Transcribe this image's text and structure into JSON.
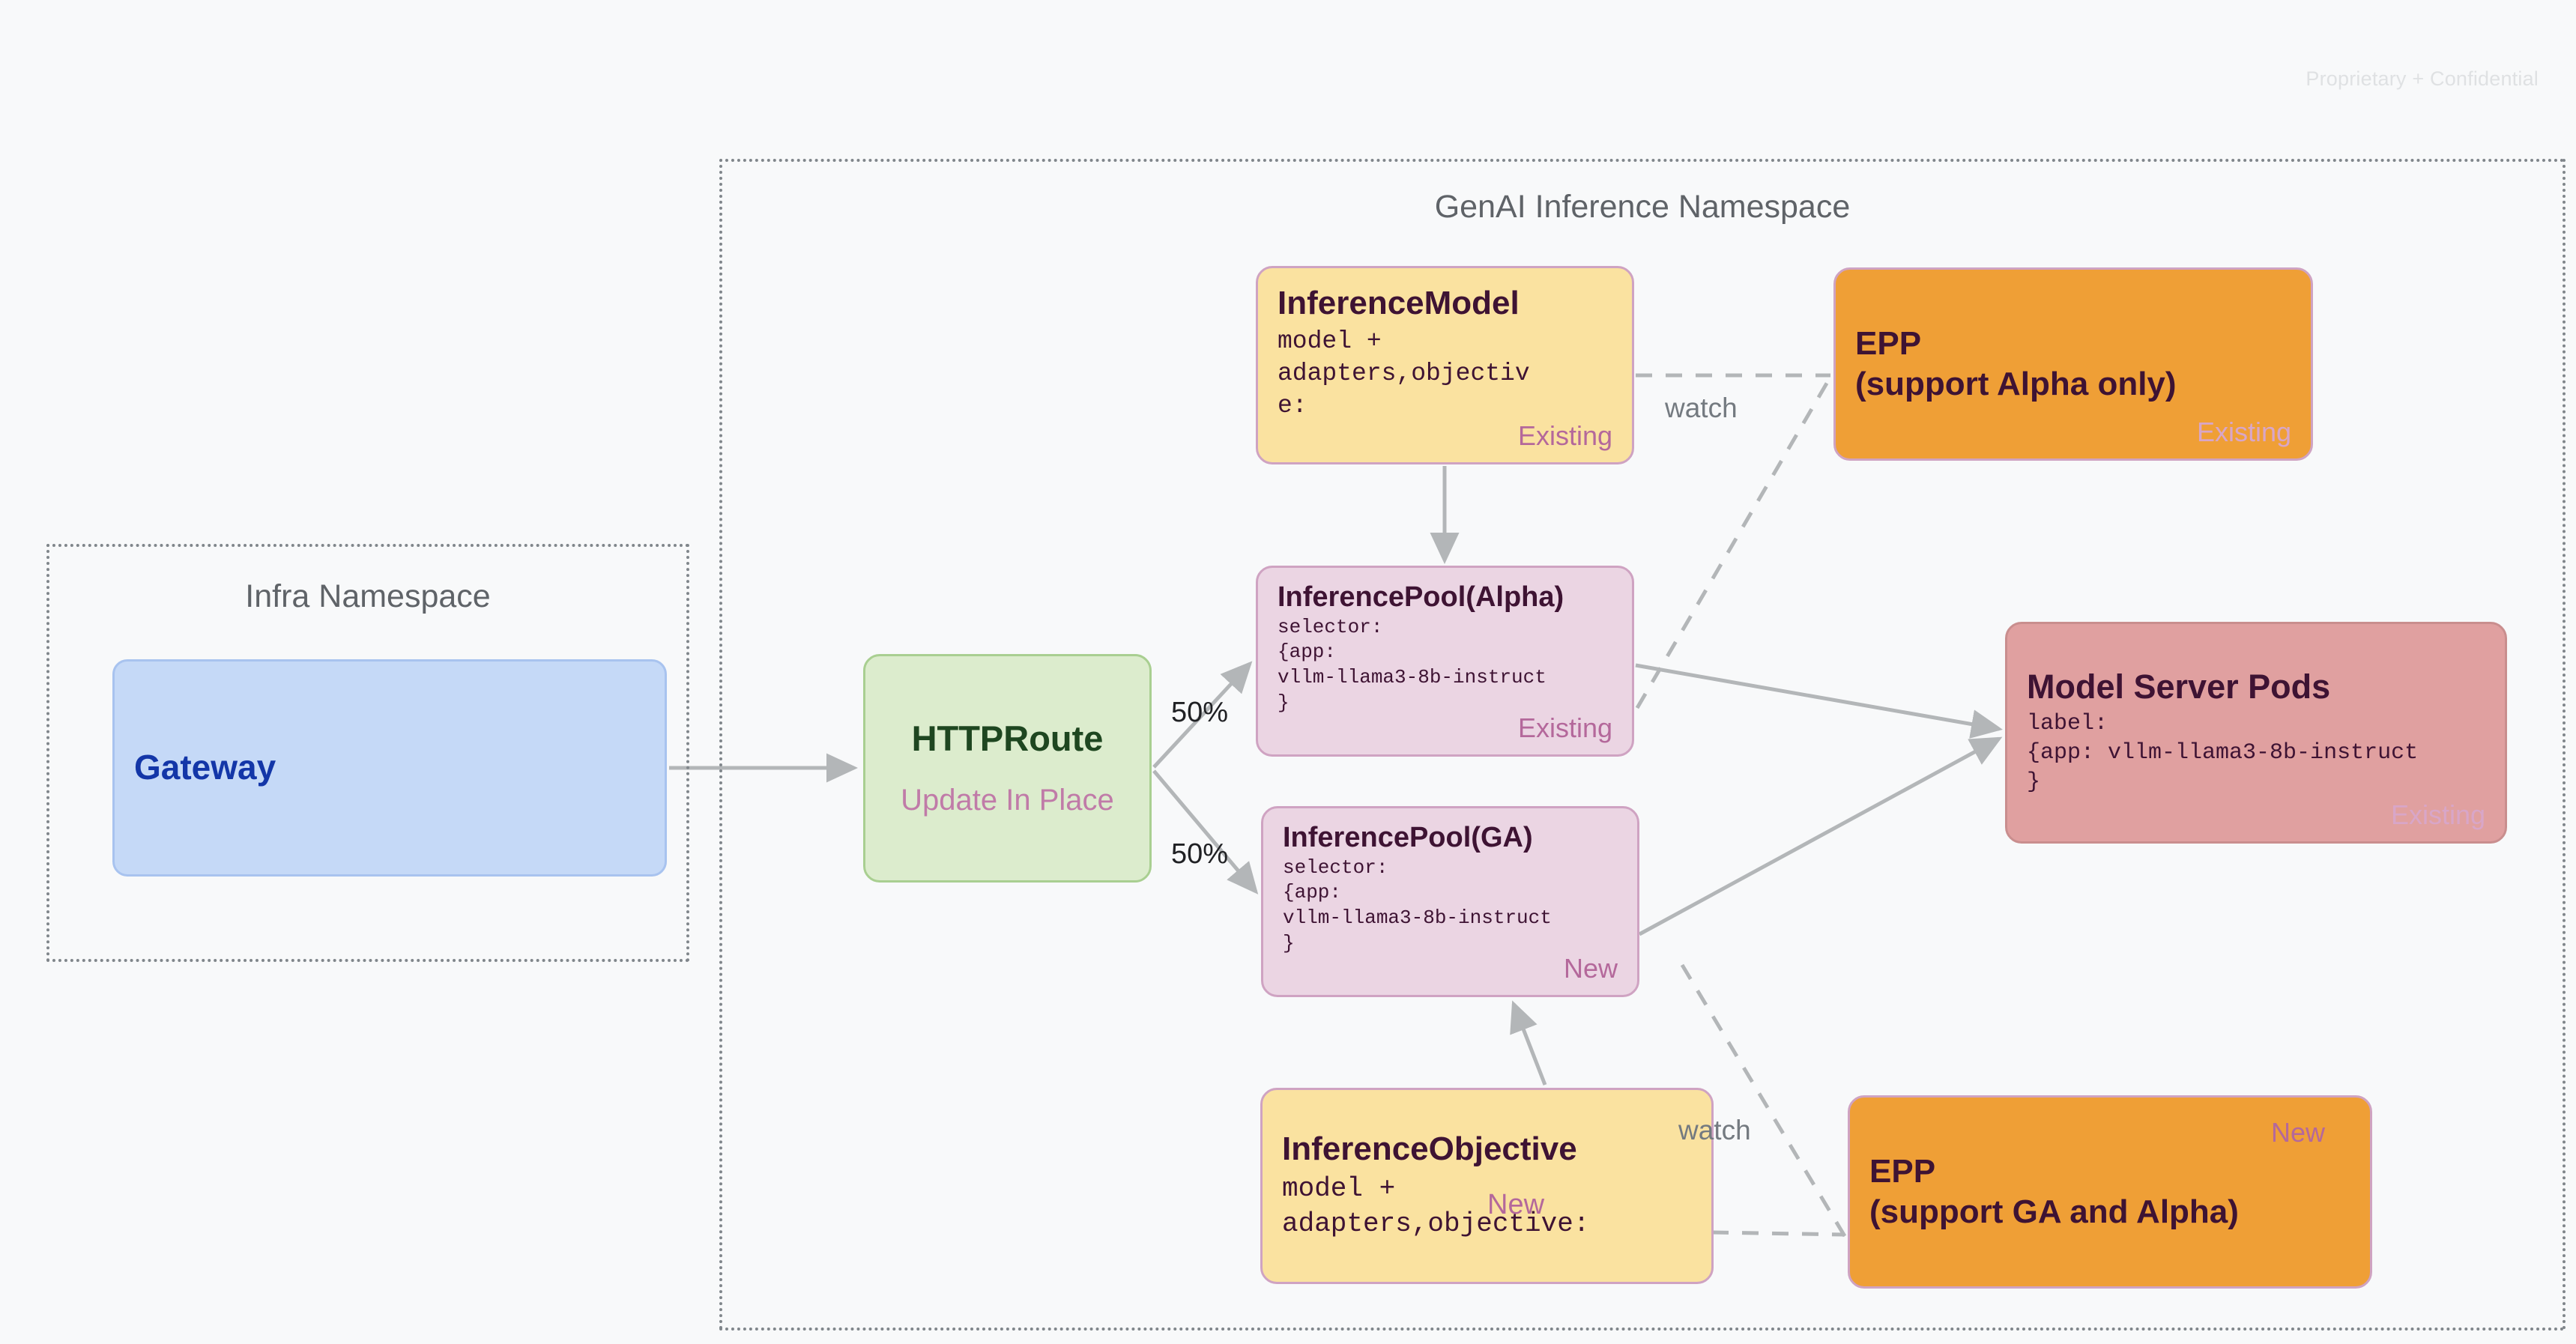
{
  "page": {
    "watermark": "Proprietary + Confidential",
    "background_color": "#f8f9fa"
  },
  "namespaces": [
    {
      "id": "infra",
      "title": "Infra Namespace"
    },
    {
      "id": "genai",
      "title": "GenAI Inference Namespace"
    }
  ],
  "nodes": {
    "gateway": {
      "title": "Gateway",
      "color": "#c5d9f7"
    },
    "httproute": {
      "title": "HTTPRoute",
      "subtitle": "Update In Place",
      "color": "#dceccd"
    },
    "inference_model": {
      "title": "InferenceModel",
      "body": "model +\nadapters,objectiv\ne:",
      "tag": "Existing",
      "color": "#fae2a0"
    },
    "inference_pool_alpha": {
      "title": "InferencePool(Alpha)",
      "body": "selector:\n{app:\nvllm-llama3-8b-instruct\n}",
      "tag": "Existing",
      "color": "#ebd5e3"
    },
    "inference_pool_ga": {
      "title": "InferencePool(GA)",
      "body": "selector:\n{app:\nvllm-llama3-8b-instruct\n}",
      "tag": "New",
      "color": "#ebd5e3"
    },
    "inference_objective": {
      "title": "InferenceObjective",
      "body": "model +\nadapters,objective:",
      "tag": "New",
      "color": "#fae2a0"
    },
    "epp_alpha": {
      "title_line1": "EPP",
      "title_line2": "(support Alpha only)",
      "tag": "Existing",
      "color": "#ef9f36"
    },
    "epp_ga": {
      "title_line1": "EPP",
      "title_line2": "(support GA and Alpha)",
      "tag": "New",
      "color": "#ef9f36"
    },
    "model_server_pods": {
      "title": "Model Server Pods",
      "body": "label:\n{app: vllm-llama3-8b-instruct\n}",
      "tag": "Existing",
      "color": "#e0a0a0"
    }
  },
  "edges": {
    "split_alpha": "50%",
    "split_ga": "50%",
    "watch_alpha": "watch",
    "watch_ga": "watch"
  }
}
